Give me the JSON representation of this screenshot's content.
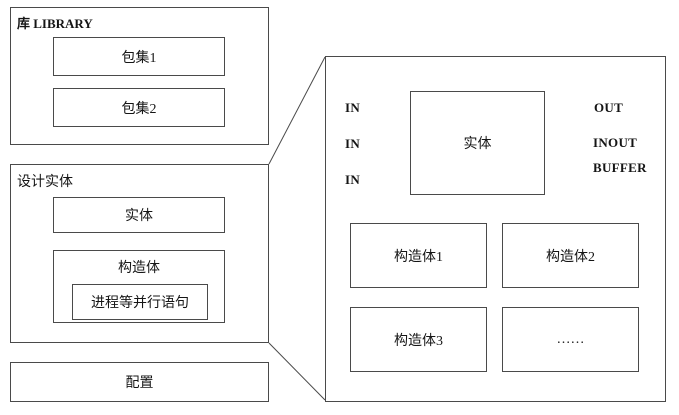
{
  "left_column": {
    "library": {
      "title": "库 LIBRARY",
      "packages": [
        "包集1",
        "包集2"
      ]
    },
    "design_entity": {
      "title": "设计实体",
      "entity_label": "实体",
      "architecture_label": "构造体",
      "process_label": "进程等并行语句"
    },
    "configuration_label": "配置"
  },
  "detail_panel": {
    "entity_label": "实体",
    "input_labels": [
      "IN",
      "IN",
      "IN"
    ],
    "output_labels": [
      "OUT",
      "INOUT",
      "BUFFER"
    ],
    "architecture_boxes": [
      "构造体1",
      "构造体2",
      "构造体3",
      "……"
    ]
  },
  "colors": {
    "border": "#4a4a4a",
    "arrow": "#151515",
    "text": "#151515",
    "background": "#ffffff"
  }
}
